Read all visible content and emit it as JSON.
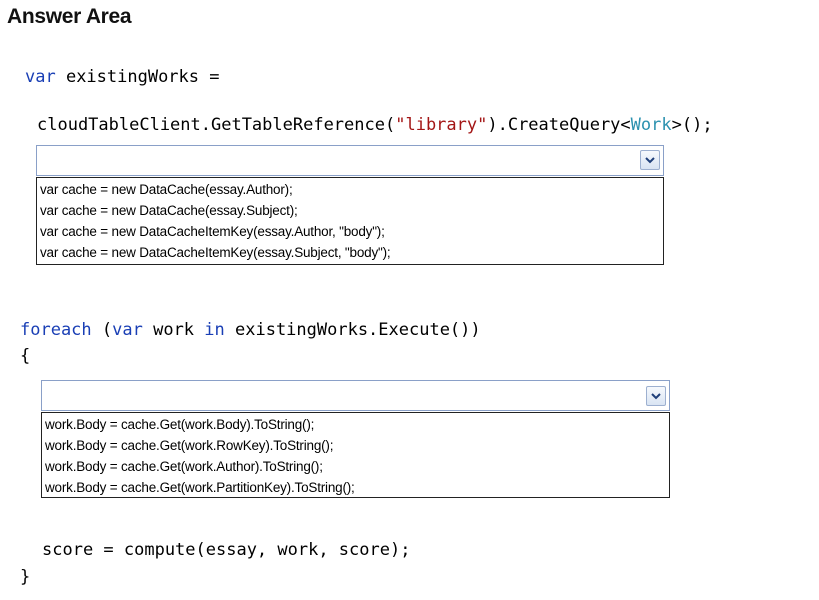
{
  "page": {
    "title": "Answer Area"
  },
  "code": {
    "line1": {
      "kw": "var",
      "rest": " existingWorks ="
    },
    "line2": {
      "a": "cloudTableClient.GetTableReference(",
      "str": "\"library\"",
      "b": ").CreateQuery<",
      "type": "Work",
      "c": ">();"
    },
    "line3": {
      "kw1": "foreach",
      "p1": " (",
      "kw2": "var",
      "p2": " work ",
      "kw3": "in",
      "p3": " existingWorks.Execute())"
    },
    "open_brace": "{",
    "score_line": "score = compute(essay, work, score);",
    "close_brace": "}"
  },
  "dropdown1": {
    "selected": "",
    "options": [
      "var cache = new DataCache(essay.Author);",
      "var cache = new DataCache(essay.Subject);",
      "var cache = new DataCacheItemKey(essay.Author, \"body\");",
      "var cache = new DataCacheItemKey(essay.Subject, \"body\");"
    ]
  },
  "dropdown2": {
    "selected": "",
    "options": [
      "work.Body = cache.Get(work.Body).ToString();",
      "work.Body = cache.Get(work.RowKey).ToString();",
      "work.Body = cache.Get(work.Author).ToString();",
      "work.Body = cache.Get(work.PartitionKey).ToString();"
    ]
  },
  "icons": {
    "dropdown_arrow": "chevron-down-icon"
  },
  "colors": {
    "keyword": "#1a3fb5",
    "string": "#a31515",
    "type": "#2b91af",
    "dropdown_border": "#8aa0c8"
  }
}
